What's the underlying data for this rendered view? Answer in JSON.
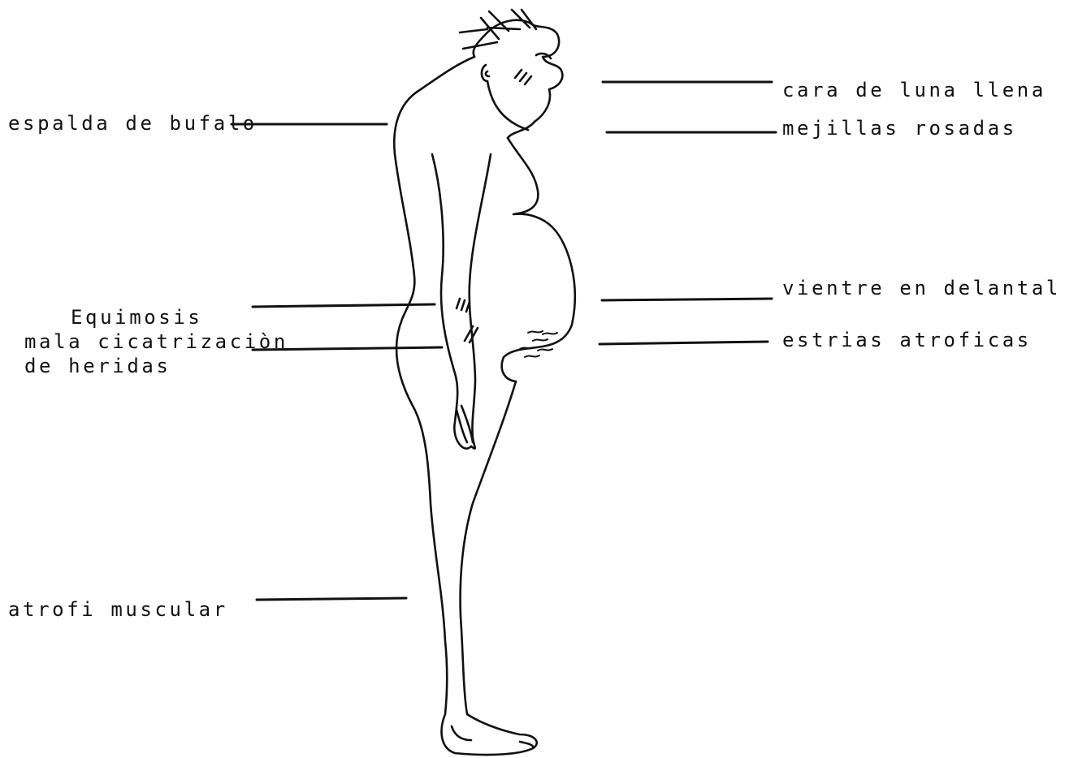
{
  "labels": {
    "cara_luna_llena": "cara de luna llena",
    "mejillas_rosadas": "mejillas rosadas",
    "espalda_bufalo": "espalda de bufalo",
    "vientre_delantal": "vientre en delantal",
    "estrias_atroficas": "estrias atroficas",
    "equimosis": "Equimosis",
    "mala_cicatrizacion": "mala cicatrizaciòn",
    "de_heridas": "de heridas",
    "atrofia_muscular": "atrofi muscular"
  },
  "colors": {
    "ink": "#111111",
    "background": "#ffffff"
  }
}
